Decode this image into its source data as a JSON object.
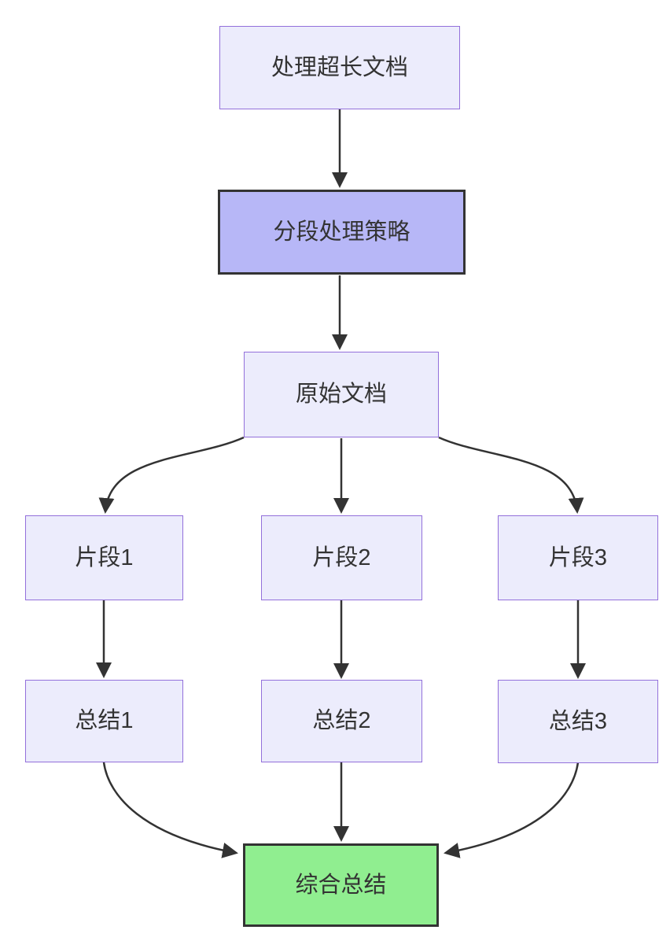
{
  "diagram": {
    "type": "flowchart",
    "direction": "top-down",
    "nodes": {
      "process": {
        "label": "处理超长文档",
        "style": "default"
      },
      "strategy": {
        "label": "分段处理策略",
        "style": "emphasis"
      },
      "doc": {
        "label": "原始文档",
        "style": "default"
      },
      "seg1": {
        "label": "片段1",
        "style": "default"
      },
      "seg2": {
        "label": "片段2",
        "style": "default"
      },
      "seg3": {
        "label": "片段3",
        "style": "default"
      },
      "sum1": {
        "label": "总结1",
        "style": "default"
      },
      "sum2": {
        "label": "总结2",
        "style": "default"
      },
      "sum3": {
        "label": "总结3",
        "style": "default"
      },
      "final": {
        "label": "综合总结",
        "style": "final"
      }
    },
    "edges": [
      {
        "from": "处理超长文档",
        "to": "分段处理策略"
      },
      {
        "from": "分段处理策略",
        "to": "原始文档"
      },
      {
        "from": "原始文档",
        "to": "片段1"
      },
      {
        "from": "原始文档",
        "to": "片段2"
      },
      {
        "from": "原始文档",
        "to": "片段3"
      },
      {
        "from": "片段1",
        "to": "总结1"
      },
      {
        "from": "片段2",
        "to": "总结2"
      },
      {
        "from": "片段3",
        "to": "总结3"
      },
      {
        "from": "总结1",
        "to": "综合总结"
      },
      {
        "from": "总结2",
        "to": "综合总结"
      },
      {
        "from": "总结3",
        "to": "综合总结"
      }
    ],
    "colors": {
      "background": "#ffffff",
      "node_fill": "#ececfc",
      "node_border": "#9370DB",
      "emphasis_fill": "#b7b7f7",
      "emphasis_border": "#333333",
      "final_fill": "#90EE90",
      "final_border": "#333333",
      "edge": "#333333",
      "text": "#333333"
    }
  }
}
